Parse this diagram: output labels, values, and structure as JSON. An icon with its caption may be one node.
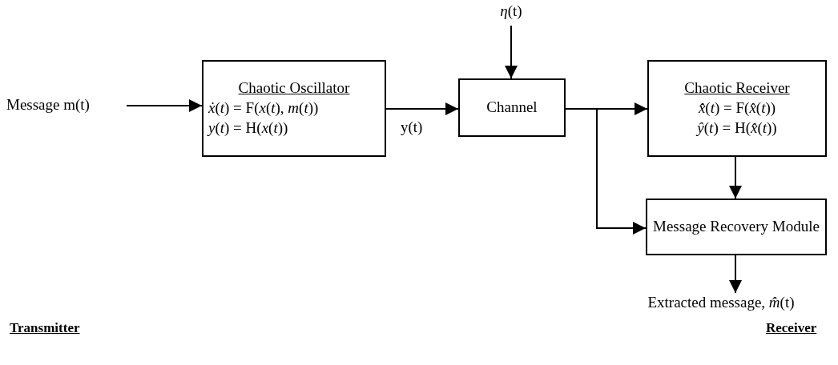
{
  "diagram": {
    "nodes": [
      {
        "text": [
          "Message m(t)"
        ]
      },
      {
        "text": [
          "Chaotic Oscillator",
          "*ẋ*(*t*) = F(*x*(*t*), *m*(*t*))",
          "*y*(*t*) = H(*x*(*t*))"
        ]
      },
      {
        "text": [
          "*η*(t)"
        ]
      },
      {
        "text": [
          "Channel"
        ]
      },
      {
        "text": [
          "Chaotic Receiver",
          "*x̂̇*(*t*) = F(*x̂*(*t*))",
          "*ŷ*(*t*) = H(*x̂*(*t*))"
        ]
      },
      {
        "text": [
          "Message Recovery Module"
        ]
      },
      {
        "text": [
          "Extracted message, *m̂*(t)"
        ]
      }
    ],
    "edges": [
      {
        "from": 0,
        "to": 1,
        "arrow": "to"
      },
      {
        "from": 1,
        "to": 3,
        "arrow": "to",
        "label": "y(t)"
      },
      {
        "from": 2,
        "to": 3,
        "arrow": "to"
      },
      {
        "from": 3,
        "to": 4,
        "arrow": "to"
      },
      {
        "from": 3,
        "to": 5,
        "arrow": "to"
      },
      {
        "from": 4,
        "to": 5,
        "arrow": "to"
      },
      {
        "from": 5,
        "to": 6,
        "arrow": "to"
      }
    ],
    "labels": [
      "Transmitter",
      "Receiver"
    ]
  }
}
